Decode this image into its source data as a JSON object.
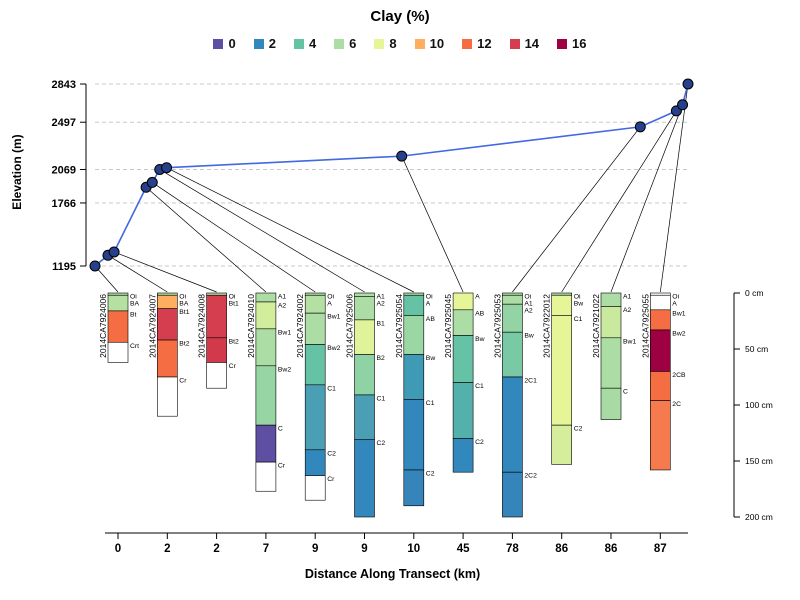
{
  "chart_data": {
    "type": "line",
    "subtype": "soil-profile-transect",
    "title": "Clay (%)",
    "legend": {
      "position": "top",
      "values": [
        "0",
        "2",
        "4",
        "6",
        "8",
        "10",
        "12",
        "14",
        "16"
      ],
      "colors": [
        "#5e4fa2",
        "#3288bd",
        "#66c2a5",
        "#abdda4",
        "#e6f598",
        "#fdae61",
        "#f46d43",
        "#d53e4f",
        "#9e0142"
      ]
    },
    "elevation": {
      "ylabel": "Elevation (m)",
      "yticks": [
        2843,
        2497,
        2069,
        1766,
        1195
      ],
      "ylim": [
        1195,
        2843
      ],
      "line_color": "#4169e1",
      "point_color": "#27408b",
      "points": [
        {
          "km": 0,
          "elevation_m": 1195
        },
        {
          "km": 1.9,
          "elevation_m": 1292
        },
        {
          "km": 2.8,
          "elevation_m": 1322
        },
        {
          "km": 7.5,
          "elevation_m": 1908
        },
        {
          "km": 8.4,
          "elevation_m": 1952
        },
        {
          "km": 9.5,
          "elevation_m": 2069
        },
        {
          "km": 10.5,
          "elevation_m": 2085
        },
        {
          "km": 45,
          "elevation_m": 2190
        },
        {
          "km": 80,
          "elevation_m": 2455
        },
        {
          "km": 85.3,
          "elevation_m": 2600
        },
        {
          "km": 86.2,
          "elevation_m": 2655
        },
        {
          "km": 87,
          "elevation_m": 2843
        }
      ]
    },
    "xlabel": "Distance Along Transect (km)",
    "xlim": [
      0,
      87
    ],
    "x_tick_labels": [
      "0",
      "2",
      "2",
      "7",
      "9",
      "9",
      "10",
      "45",
      "78",
      "86",
      "86",
      "87"
    ],
    "depth_axis": {
      "unit": "cm",
      "ticks": [
        0,
        50,
        100,
        150,
        200
      ],
      "tick_labels": [
        "0 cm",
        "50 cm",
        "100 cm",
        "150 cm",
        "200 cm"
      ]
    },
    "profiles": [
      {
        "id": "2014CA7924006",
        "distance_label": "0",
        "horizons": [
          {
            "name": "Oi",
            "top": 0,
            "bottom": 2,
            "clay": 6,
            "color": "#abdda4"
          },
          {
            "name": "BA",
            "top": 2,
            "bottom": 16,
            "clay": 6,
            "color": "#b4e0a2"
          },
          {
            "name": "Bt",
            "top": 16,
            "bottom": 44,
            "clay": 12,
            "color": "#f46d43"
          },
          {
            "name": "Crt",
            "top": 44,
            "bottom": 62,
            "clay": null,
            "color": null
          }
        ]
      },
      {
        "id": "2014CA7924007",
        "distance_label": "2",
        "horizons": [
          {
            "name": "Oi",
            "top": 0,
            "bottom": 2,
            "clay": 6,
            "color": "#abdda4"
          },
          {
            "name": "BA",
            "top": 2,
            "bottom": 14,
            "clay": 10,
            "color": "#fdae61"
          },
          {
            "name": "Bt1",
            "top": 14,
            "bottom": 42,
            "clay": 14,
            "color": "#d53e4f"
          },
          {
            "name": "Bt2",
            "top": 42,
            "bottom": 75,
            "clay": 12,
            "color": "#f46d43"
          },
          {
            "name": "Cr",
            "top": 75,
            "bottom": 110,
            "clay": null,
            "color": null
          }
        ]
      },
      {
        "id": "2014CA7924008",
        "distance_label": "2",
        "horizons": [
          {
            "name": "Oi",
            "top": 0,
            "bottom": 2,
            "clay": 6,
            "color": "#abdda4"
          },
          {
            "name": "Bt1",
            "top": 2,
            "bottom": 40,
            "clay": 14,
            "color": "#d53e4f"
          },
          {
            "name": "Bt2",
            "top": 40,
            "bottom": 62,
            "clay": 14,
            "color": "#d2394a"
          },
          {
            "name": "Cr",
            "top": 62,
            "bottom": 85,
            "clay": null,
            "color": null
          }
        ]
      },
      {
        "id": "2014CA7924010",
        "distance_label": "7",
        "horizons": [
          {
            "name": "A1",
            "top": 0,
            "bottom": 8,
            "clay": 6,
            "color": "#abdda4"
          },
          {
            "name": "A2",
            "top": 8,
            "bottom": 32,
            "clay": 7,
            "color": "#d2ed9c"
          },
          {
            "name": "Bw1",
            "top": 32,
            "bottom": 65,
            "clay": 6,
            "color": "#abdda4"
          },
          {
            "name": "Bw2",
            "top": 65,
            "bottom": 118,
            "clay": 5,
            "color": "#97d5a4"
          },
          {
            "name": "C",
            "top": 118,
            "bottom": 151,
            "clay": 0,
            "color": "#5e4fa2"
          },
          {
            "name": "Cr",
            "top": 151,
            "bottom": 177,
            "clay": null,
            "color": null
          }
        ]
      },
      {
        "id": "2014CA7924002",
        "distance_label": "9",
        "horizons": [
          {
            "name": "Oi",
            "top": 0,
            "bottom": 2,
            "clay": 6,
            "color": "#abdda4"
          },
          {
            "name": "A",
            "top": 2,
            "bottom": 18,
            "clay": 6,
            "color": "#b4e0a2"
          },
          {
            "name": "Bw1",
            "top": 18,
            "bottom": 46,
            "clay": 6,
            "color": "#abdda4"
          },
          {
            "name": "Bw2",
            "top": 46,
            "bottom": 82,
            "clay": 4,
            "color": "#66c2a5"
          },
          {
            "name": "C1",
            "top": 82,
            "bottom": 140,
            "clay": 3,
            "color": "#4a9fb4"
          },
          {
            "name": "C2",
            "top": 140,
            "bottom": 163,
            "clay": 2,
            "color": "#3288bd"
          },
          {
            "name": "Cr",
            "top": 163,
            "bottom": 185,
            "clay": null,
            "color": null
          }
        ]
      },
      {
        "id": "2014CA7925006",
        "distance_label": "9",
        "horizons": [
          {
            "name": "A1",
            "top": 0,
            "bottom": 3,
            "clay": 6,
            "color": "#abdda4"
          },
          {
            "name": "A2",
            "top": 3,
            "bottom": 24,
            "clay": 6,
            "color": "#abdda4"
          },
          {
            "name": "B1",
            "top": 24,
            "bottom": 55,
            "clay": 8,
            "color": "#e0f39b"
          },
          {
            "name": "B2",
            "top": 55,
            "bottom": 91,
            "clay": 5,
            "color": "#8fd2a4"
          },
          {
            "name": "C1",
            "top": 91,
            "bottom": 131,
            "clay": 3,
            "color": "#4a9fb4"
          },
          {
            "name": "C2",
            "top": 131,
            "bottom": 200,
            "clay": 2,
            "color": "#3288bd"
          }
        ]
      },
      {
        "id": "2014CA7925054",
        "distance_label": "10",
        "horizons": [
          {
            "name": "Oi",
            "top": 0,
            "bottom": 2,
            "clay": 6,
            "color": "#abdda4"
          },
          {
            "name": "A",
            "top": 2,
            "bottom": 20,
            "clay": 4,
            "color": "#66c2a5"
          },
          {
            "name": "AB",
            "top": 20,
            "bottom": 55,
            "clay": 5,
            "color": "#9bd7a4"
          },
          {
            "name": "Bw",
            "top": 55,
            "bottom": 95,
            "clay": 3,
            "color": "#3e9ab5"
          },
          {
            "name": "C1",
            "top": 95,
            "bottom": 158,
            "clay": 2,
            "color": "#3288bd"
          },
          {
            "name": "C2",
            "top": 158,
            "bottom": 190,
            "clay": 2,
            "color": "#3585bb"
          }
        ]
      },
      {
        "id": "2014CA7925045",
        "distance_label": "45",
        "horizons": [
          {
            "name": "A",
            "top": 0,
            "bottom": 15,
            "clay": 8,
            "color": "#e6f598"
          },
          {
            "name": "AB",
            "top": 15,
            "bottom": 38,
            "clay": 6,
            "color": "#abdda4"
          },
          {
            "name": "Bw",
            "top": 38,
            "bottom": 80,
            "clay": 4,
            "color": "#66c2a5"
          },
          {
            "name": "C1",
            "top": 80,
            "bottom": 130,
            "clay": 3,
            "color": "#54b0ab"
          },
          {
            "name": "C2",
            "top": 130,
            "bottom": 160,
            "clay": 2,
            "color": "#3288bd"
          }
        ]
      },
      {
        "id": "2014CA7925053",
        "distance_label": "78",
        "horizons": [
          {
            "name": "Oi",
            "top": 0,
            "bottom": 2,
            "clay": 6,
            "color": "#abdda4"
          },
          {
            "name": "A1",
            "top": 2,
            "bottom": 10,
            "clay": 6,
            "color": "#abdda4"
          },
          {
            "name": "A2",
            "top": 10,
            "bottom": 35,
            "clay": 5,
            "color": "#93d3a4"
          },
          {
            "name": "Bw",
            "top": 35,
            "bottom": 75,
            "clay": 4,
            "color": "#79c9a5"
          },
          {
            "name": "2C1",
            "top": 75,
            "bottom": 160,
            "clay": 2,
            "color": "#3288bd"
          },
          {
            "name": "2C2",
            "top": 160,
            "bottom": 200,
            "clay": 2,
            "color": "#3585bb"
          }
        ]
      },
      {
        "id": "2014CA7922012",
        "distance_label": "86",
        "horizons": [
          {
            "name": "Oi",
            "top": 0,
            "bottom": 2,
            "clay": 6,
            "color": "#abdda4"
          },
          {
            "name": "Bw",
            "top": 2,
            "bottom": 20,
            "clay": 8,
            "color": "#e6f598"
          },
          {
            "name": "C1",
            "top": 20,
            "bottom": 118,
            "clay": 8,
            "color": "#e6f598"
          },
          {
            "name": "C2",
            "top": 118,
            "bottom": 153,
            "clay": 7,
            "color": "#d4ee9b"
          }
        ]
      },
      {
        "id": "2014CA7921022",
        "distance_label": "86",
        "horizons": [
          {
            "name": "A1",
            "top": 0,
            "bottom": 12,
            "clay": 6,
            "color": "#abdda4"
          },
          {
            "name": "A2",
            "top": 12,
            "bottom": 40,
            "clay": 7,
            "color": "#c9e99e"
          },
          {
            "name": "Bw1",
            "top": 40,
            "bottom": 85,
            "clay": 6,
            "color": "#abdda4"
          },
          {
            "name": "C",
            "top": 85,
            "bottom": 113,
            "clay": 6,
            "color": "#a8dba3"
          }
        ]
      },
      {
        "id": "2014CA7925055",
        "distance_label": "87",
        "horizons": [
          {
            "name": "Oi",
            "top": 0,
            "bottom": 2,
            "clay": null,
            "color": null
          },
          {
            "name": "A",
            "top": 2,
            "bottom": 15,
            "clay": null,
            "color": null
          },
          {
            "name": "Bw1",
            "top": 15,
            "bottom": 33,
            "clay": 12,
            "color": "#f46d43"
          },
          {
            "name": "Bw2",
            "top": 33,
            "bottom": 70,
            "clay": 16,
            "color": "#9e0142"
          },
          {
            "name": "2CB",
            "top": 70,
            "bottom": 96,
            "clay": 12,
            "color": "#f46d43"
          },
          {
            "name": "2C",
            "top": 96,
            "bottom": 158,
            "clay": 11,
            "color": "#f57a4e"
          }
        ]
      }
    ]
  }
}
